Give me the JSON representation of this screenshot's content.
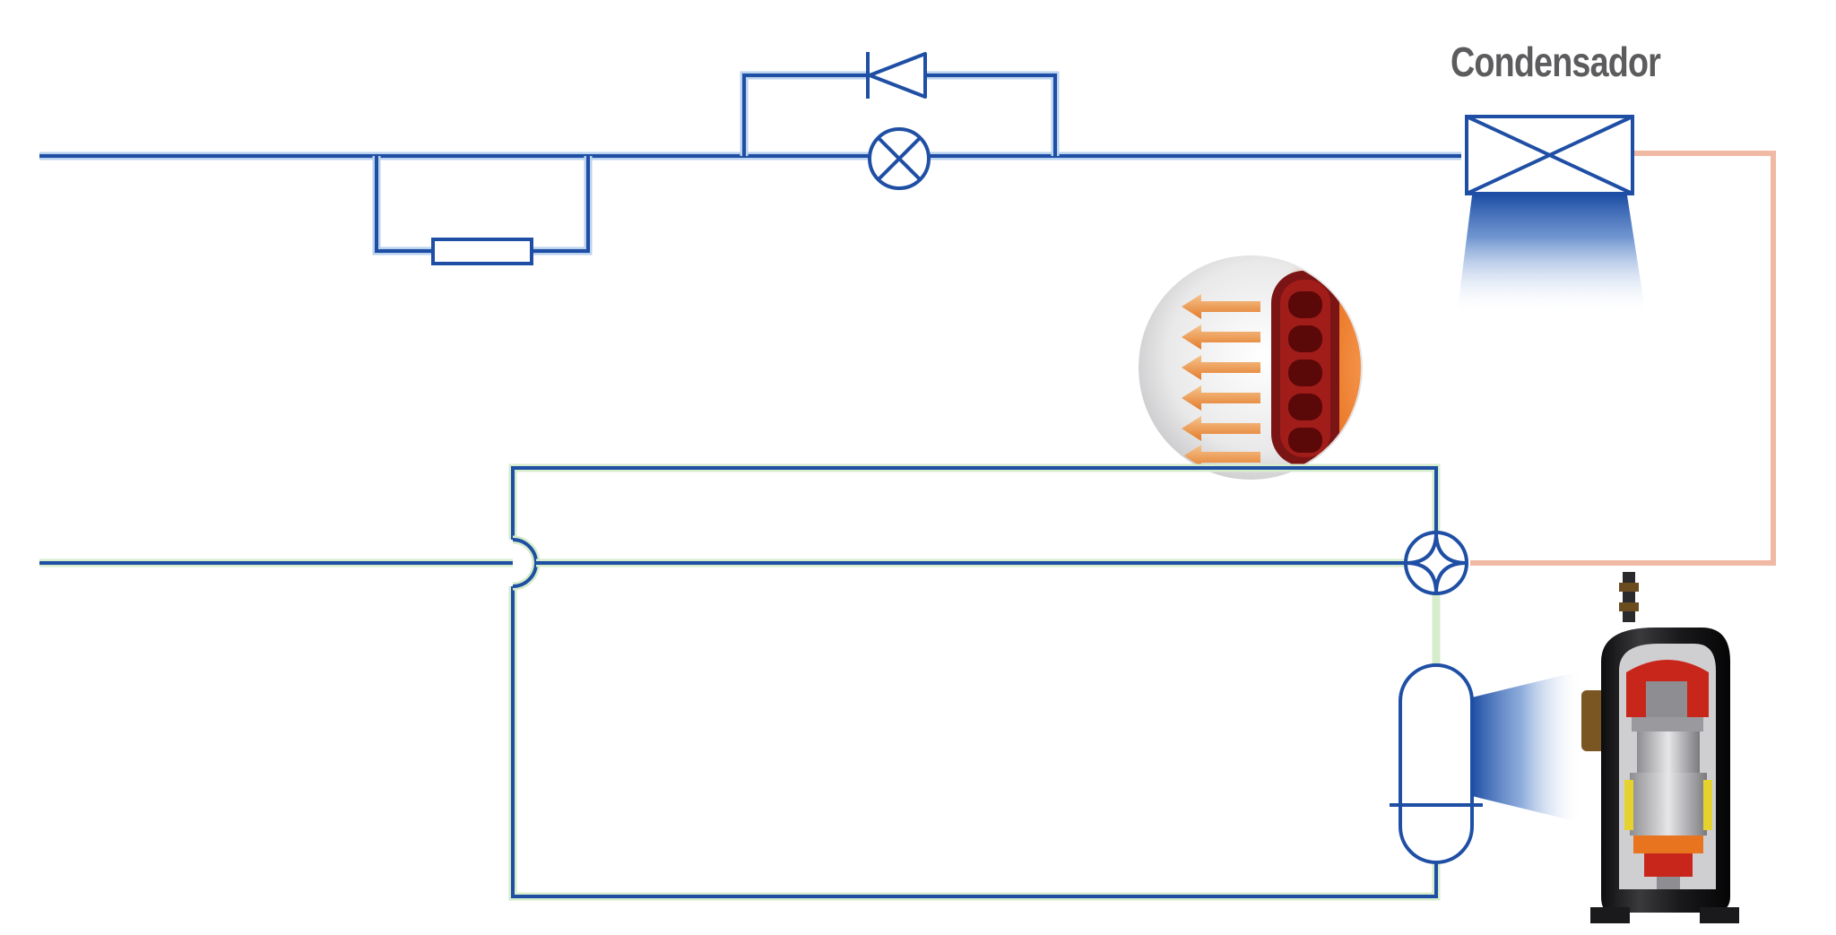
{
  "labels": {
    "condenser": "Condensador"
  },
  "colors": {
    "line_blue": "#1f4fa5",
    "line_glow_blue": "#b9d2ee",
    "line_glow_green": "#d6eccb",
    "line_orange": "#f0b9a3",
    "label_gray": "#5c5c5e",
    "hot_orange": "#e8741f",
    "hot_red": "#c9261b"
  },
  "components": [
    {
      "name": "resistor",
      "icon": "resistor-icon"
    },
    {
      "name": "check-valve",
      "icon": "check-valve-icon"
    },
    {
      "name": "expansion-valve",
      "icon": "expansion-valve-icon"
    },
    {
      "name": "condenser",
      "icon": "condenser-icon"
    },
    {
      "name": "four-way-valve",
      "icon": "four-way-valve-icon"
    },
    {
      "name": "accumulator",
      "icon": "accumulator-icon"
    },
    {
      "name": "compressor",
      "icon": "compressor-cutaway-icon"
    },
    {
      "name": "condenser-detail",
      "icon": "heat-exchanger-detail-icon"
    }
  ]
}
